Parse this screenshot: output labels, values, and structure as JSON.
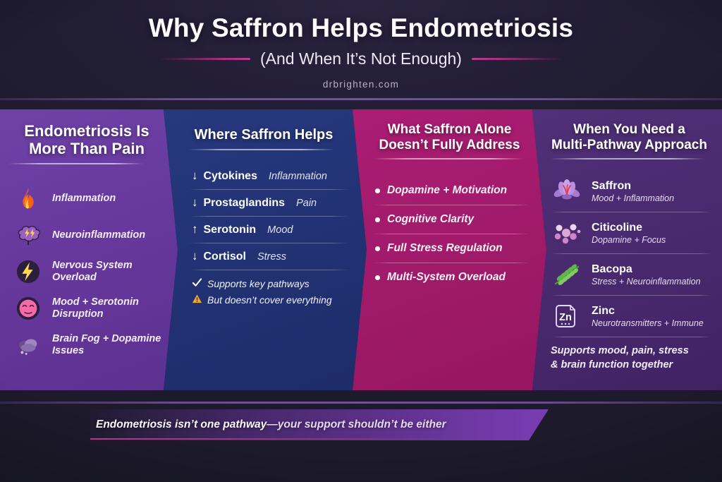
{
  "header": {
    "title": "Why Saffron Helps Endometriosis",
    "subtitle": "(And When It’s Not Enough)",
    "site": "drbrighten.com"
  },
  "colors": {
    "background": "#1c1a2b",
    "col1": "#6a3ba2",
    "col2": "#22347a",
    "col3": "#a31a6d",
    "col4": "#4a2a72",
    "accent_magenta": "#ab2e82",
    "accent_purple": "#8456c4",
    "warning": "#f0a830"
  },
  "columns": [
    {
      "title_line1": "Endometriosis Is",
      "title_line2": "More Than Pain",
      "items": [
        {
          "icon": "fire-icon",
          "label": "Inflammation"
        },
        {
          "icon": "brain-lightning-icon",
          "label": "Neuroinflammation"
        },
        {
          "icon": "lightning-bolt-icon",
          "label": "Nervous System Overload"
        },
        {
          "icon": "pensive-face-icon",
          "label": "Mood + Serotonin Disruption"
        },
        {
          "icon": "thought-cloud-icon",
          "label": "Brain Fog + Dopamine Issues"
        }
      ]
    },
    {
      "title_line1": "Where Saffron Helps",
      "title_line2": "",
      "items": [
        {
          "arrow": "↓",
          "term": "Cytokines",
          "effect": "Inflammation"
        },
        {
          "arrow": "↓",
          "term": "Prostaglandins",
          "effect": "Pain"
        },
        {
          "arrow": "↑",
          "term": "Serotonin",
          "effect": "Mood"
        },
        {
          "arrow": "↓",
          "term": "Cortisol",
          "effect": "Stress"
        }
      ],
      "footnotes": [
        {
          "icon": "check-icon",
          "text": "Supports key pathways"
        },
        {
          "icon": "warning-icon",
          "text": "But doesn’t cover everything"
        }
      ]
    },
    {
      "title_line1": "What Saffron Alone",
      "title_line2": "Doesn’t Fully Address",
      "items": [
        {
          "label": "Dopamine + Motivation"
        },
        {
          "label": "Cognitive Clarity"
        },
        {
          "label": "Full Stress Regulation"
        },
        {
          "label": "Multi-System Overload"
        }
      ]
    },
    {
      "title_line1": "When You Need a",
      "title_line2": "Multi-Pathway Approach",
      "items": [
        {
          "icon": "saffron-flower-icon",
          "name": "Saffron",
          "desc": "Mood + Inflammation"
        },
        {
          "icon": "molecule-icon",
          "name": "Citicoline",
          "desc": "Dopamine + Focus"
        },
        {
          "icon": "leaf-sprig-icon",
          "name": "Bacopa",
          "desc": "Stress + Neuroinflammation"
        },
        {
          "icon": "zinc-element-icon",
          "name": "Zinc",
          "desc": "Neurotransmitters + Immune"
        }
      ],
      "note_line1": "Supports mood, pain, stress",
      "note_line2": "& brain function together"
    }
  ],
  "footer": {
    "strong": "Endometriosis isn’t one pathway",
    "soft": "—your support shouldn’t be either"
  }
}
